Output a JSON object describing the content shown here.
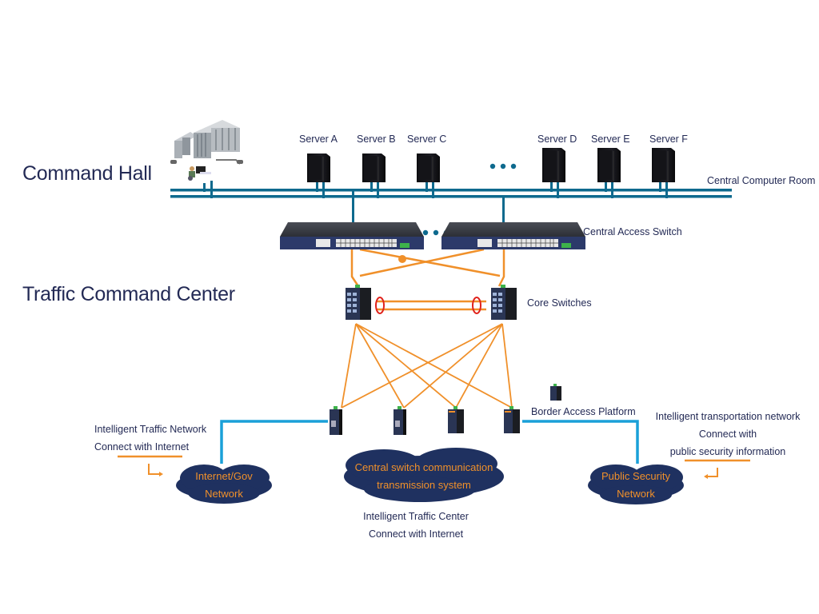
{
  "sections": {
    "command_hall": "Command Hall",
    "traffic_command_center": "Traffic Command Center"
  },
  "servers": [
    "Server A",
    "Server B",
    "Server C",
    "Server D",
    "Server E",
    "Server F"
  ],
  "labels": {
    "central_computer_room": "Central Computer Room",
    "central_access_switch": "Central Access Switch",
    "core_switches": "Core Switches",
    "border_access_platform": "Border Access Platform"
  },
  "left_note": {
    "line1": "Intelligent Traffic Network",
    "line2": "Connect with Internet"
  },
  "right_note": {
    "line1": "Intelligent transportation network",
    "line2": "Connect with",
    "line3": "public security information"
  },
  "center_note": {
    "line1": "Intelligent Traffic Center",
    "line2": "Connect with Internet"
  },
  "clouds": {
    "internet_gov": {
      "line1": "Internet/Gov",
      "line2": "Network"
    },
    "central_system": {
      "line1": "Central switch communication",
      "line2": "transmission system"
    },
    "public_security": {
      "line1": "Public Security",
      "line2": "Network"
    }
  },
  "colors": {
    "bus_line": "#0e6a8e",
    "fiber_line": "#f0902a",
    "uplink_line": "#1aa0d8",
    "cloud_fill": "#1f3160",
    "ring_marker": "#e0221b",
    "text": "#232a55"
  }
}
